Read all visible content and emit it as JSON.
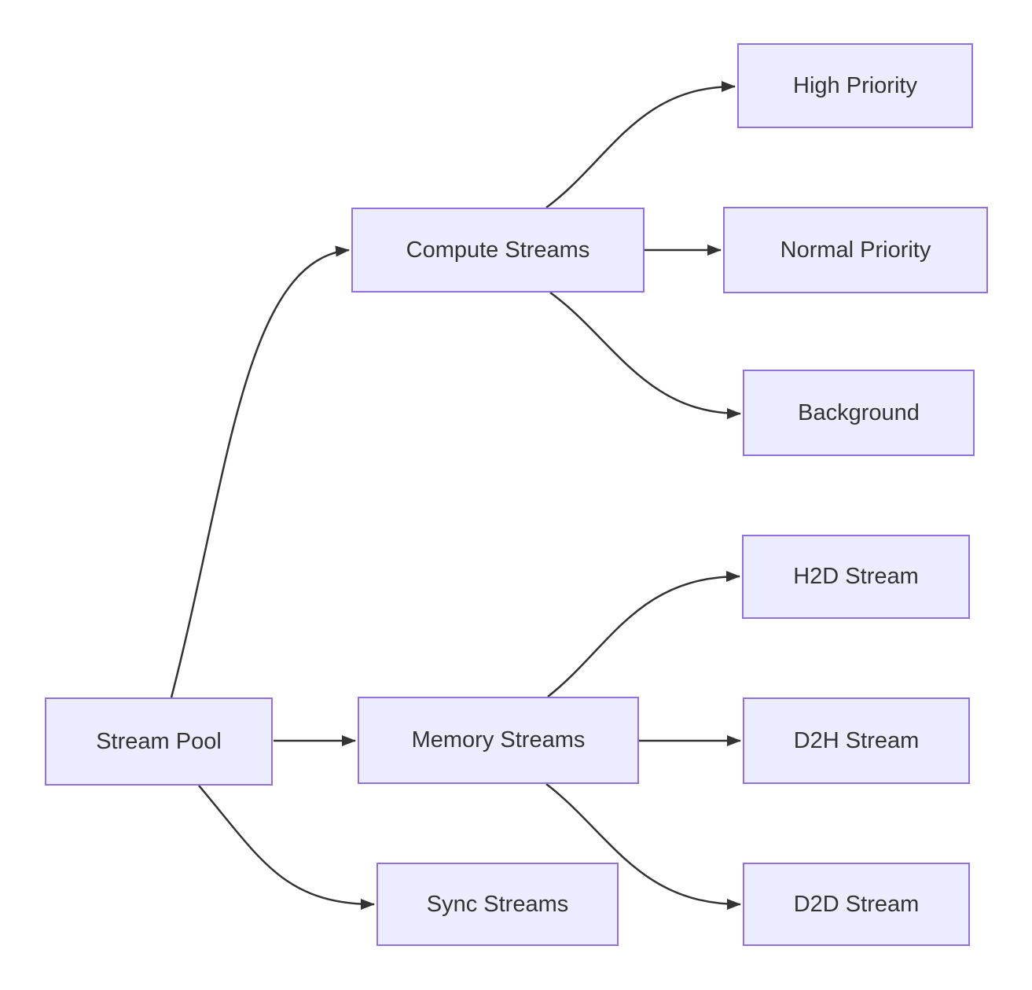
{
  "diagram": {
    "type": "flowchart",
    "direction": "left-to-right",
    "colors": {
      "node_fill": "#ECECFF",
      "node_border": "#9370DB",
      "edge_stroke": "#333333",
      "text": "#333333",
      "background": "#ffffff"
    },
    "nodes": [
      {
        "id": "stream-pool",
        "label": "Stream Pool"
      },
      {
        "id": "compute-streams",
        "label": "Compute Streams"
      },
      {
        "id": "memory-streams",
        "label": "Memory Streams"
      },
      {
        "id": "sync-streams",
        "label": "Sync Streams"
      },
      {
        "id": "high-priority",
        "label": "High Priority"
      },
      {
        "id": "normal-priority",
        "label": "Normal Priority"
      },
      {
        "id": "background",
        "label": "Background"
      },
      {
        "id": "h2d-stream",
        "label": "H2D Stream"
      },
      {
        "id": "d2h-stream",
        "label": "D2H Stream"
      },
      {
        "id": "d2d-stream",
        "label": "D2D Stream"
      }
    ],
    "edges": [
      {
        "from": "stream-pool",
        "to": "compute-streams"
      },
      {
        "from": "stream-pool",
        "to": "memory-streams"
      },
      {
        "from": "stream-pool",
        "to": "sync-streams"
      },
      {
        "from": "compute-streams",
        "to": "high-priority"
      },
      {
        "from": "compute-streams",
        "to": "normal-priority"
      },
      {
        "from": "compute-streams",
        "to": "background"
      },
      {
        "from": "memory-streams",
        "to": "h2d-stream"
      },
      {
        "from": "memory-streams",
        "to": "d2h-stream"
      },
      {
        "from": "memory-streams",
        "to": "d2d-stream"
      }
    ]
  }
}
